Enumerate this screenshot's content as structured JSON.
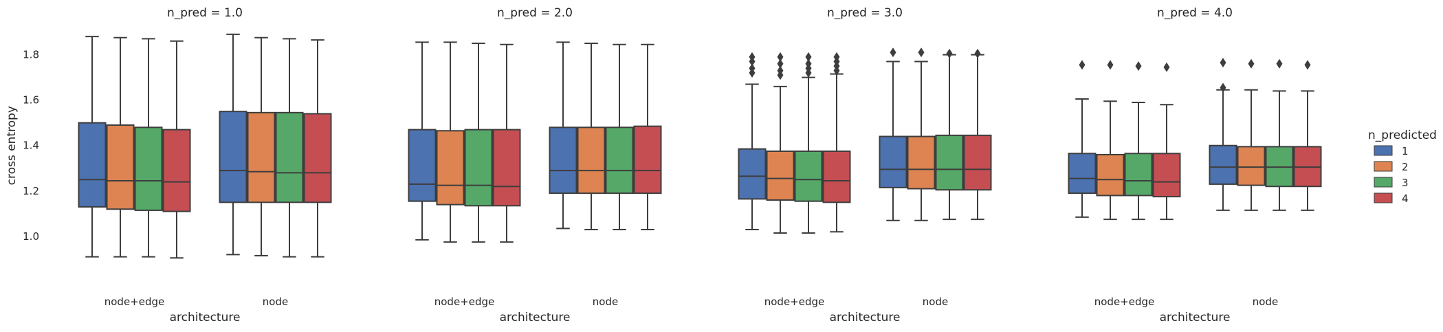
{
  "chart_data": {
    "type": "boxplot",
    "ylabel": "cross entropy",
    "xlabel": "architecture",
    "ylim": [
      0.8,
      1.95
    ],
    "yticks": [
      1.0,
      1.2,
      1.4,
      1.6,
      1.8
    ],
    "categories": [
      "node+edge",
      "node"
    ],
    "legend": {
      "title": "n_predicted",
      "placement": "right",
      "entries": [
        {
          "label": "1",
          "color": "#4c72b0"
        },
        {
          "label": "2",
          "color": "#dd8452"
        },
        {
          "label": "3",
          "color": "#55a868"
        },
        {
          "label": "4",
          "color": "#c44e52"
        }
      ]
    },
    "panels": [
      {
        "title": "n_pred = 1.0",
        "groups": [
          {
            "category": "node+edge",
            "boxes": [
              {
                "hue": "1",
                "whislo": 0.91,
                "q1": 1.13,
                "med": 1.25,
                "q3": 1.5,
                "whishi": 1.88,
                "fliers": []
              },
              {
                "hue": "2",
                "whislo": 0.91,
                "q1": 1.12,
                "med": 1.245,
                "q3": 1.49,
                "whishi": 1.875,
                "fliers": []
              },
              {
                "hue": "3",
                "whislo": 0.91,
                "q1": 1.115,
                "med": 1.245,
                "q3": 1.48,
                "whishi": 1.87,
                "fliers": []
              },
              {
                "hue": "4",
                "whislo": 0.905,
                "q1": 1.11,
                "med": 1.24,
                "q3": 1.47,
                "whishi": 1.86,
                "fliers": []
              }
            ]
          },
          {
            "category": "node",
            "boxes": [
              {
                "hue": "1",
                "whislo": 0.92,
                "q1": 1.15,
                "med": 1.29,
                "q3": 1.55,
                "whishi": 1.89,
                "fliers": []
              },
              {
                "hue": "2",
                "whislo": 0.915,
                "q1": 1.15,
                "med": 1.285,
                "q3": 1.545,
                "whishi": 1.875,
                "fliers": []
              },
              {
                "hue": "3",
                "whislo": 0.91,
                "q1": 1.15,
                "med": 1.28,
                "q3": 1.545,
                "whishi": 1.87,
                "fliers": []
              },
              {
                "hue": "4",
                "whislo": 0.91,
                "q1": 1.15,
                "med": 1.28,
                "q3": 1.54,
                "whishi": 1.865,
                "fliers": []
              }
            ]
          }
        ]
      },
      {
        "title": "n_pred = 2.0",
        "groups": [
          {
            "category": "node+edge",
            "boxes": [
              {
                "hue": "1",
                "whislo": 0.985,
                "q1": 1.155,
                "med": 1.23,
                "q3": 1.47,
                "whishi": 1.855,
                "fliers": []
              },
              {
                "hue": "2",
                "whislo": 0.975,
                "q1": 1.14,
                "med": 1.225,
                "q3": 1.465,
                "whishi": 1.855,
                "fliers": []
              },
              {
                "hue": "3",
                "whislo": 0.975,
                "q1": 1.135,
                "med": 1.225,
                "q3": 1.47,
                "whishi": 1.85,
                "fliers": []
              },
              {
                "hue": "4",
                "whislo": 0.975,
                "q1": 1.135,
                "med": 1.22,
                "q3": 1.47,
                "whishi": 1.845,
                "fliers": []
              }
            ]
          },
          {
            "category": "node",
            "boxes": [
              {
                "hue": "1",
                "whislo": 1.035,
                "q1": 1.19,
                "med": 1.29,
                "q3": 1.48,
                "whishi": 1.855,
                "fliers": []
              },
              {
                "hue": "2",
                "whislo": 1.03,
                "q1": 1.19,
                "med": 1.29,
                "q3": 1.48,
                "whishi": 1.85,
                "fliers": []
              },
              {
                "hue": "3",
                "whislo": 1.03,
                "q1": 1.19,
                "med": 1.29,
                "q3": 1.48,
                "whishi": 1.845,
                "fliers": []
              },
              {
                "hue": "4",
                "whislo": 1.03,
                "q1": 1.19,
                "med": 1.29,
                "q3": 1.485,
                "whishi": 1.845,
                "fliers": []
              }
            ]
          }
        ]
      },
      {
        "title": "n_pred = 3.0",
        "groups": [
          {
            "category": "node+edge",
            "boxes": [
              {
                "hue": "1",
                "whislo": 1.03,
                "q1": 1.165,
                "med": 1.265,
                "q3": 1.385,
                "whishi": 1.67,
                "fliers": [
                  1.72,
                  1.74,
                  1.77,
                  1.79
                ]
              },
              {
                "hue": "2",
                "whislo": 1.015,
                "q1": 1.16,
                "med": 1.255,
                "q3": 1.375,
                "whishi": 1.66,
                "fliers": [
                  1.71,
                  1.73,
                  1.76,
                  1.79
                ]
              },
              {
                "hue": "3",
                "whislo": 1.015,
                "q1": 1.155,
                "med": 1.25,
                "q3": 1.375,
                "whishi": 1.7,
                "fliers": [
                  1.72,
                  1.74,
                  1.76,
                  1.79
                ]
              },
              {
                "hue": "4",
                "whislo": 1.02,
                "q1": 1.15,
                "med": 1.245,
                "q3": 1.375,
                "whishi": 1.715,
                "fliers": [
                  1.73,
                  1.75,
                  1.77,
                  1.79
                ]
              }
            ]
          },
          {
            "category": "node",
            "boxes": [
              {
                "hue": "1",
                "whislo": 1.07,
                "q1": 1.215,
                "med": 1.295,
                "q3": 1.44,
                "whishi": 1.77,
                "fliers": [
                  1.81
                ]
              },
              {
                "hue": "2",
                "whislo": 1.07,
                "q1": 1.21,
                "med": 1.295,
                "q3": 1.44,
                "whishi": 1.77,
                "fliers": [
                  1.81
                ]
              },
              {
                "hue": "3",
                "whislo": 1.075,
                "q1": 1.205,
                "med": 1.295,
                "q3": 1.445,
                "whishi": 1.8,
                "fliers": [
                  1.805
                ]
              },
              {
                "hue": "4",
                "whislo": 1.075,
                "q1": 1.205,
                "med": 1.295,
                "q3": 1.445,
                "whishi": 1.8,
                "fliers": [
                  1.805
                ]
              }
            ]
          }
        ]
      },
      {
        "title": "n_pred = 4.0",
        "groups": [
          {
            "category": "node+edge",
            "boxes": [
              {
                "hue": "1",
                "whislo": 1.085,
                "q1": 1.19,
                "med": 1.255,
                "q3": 1.365,
                "whishi": 1.605,
                "fliers": [
                  1.755
                ]
              },
              {
                "hue": "2",
                "whislo": 1.075,
                "q1": 1.18,
                "med": 1.25,
                "q3": 1.36,
                "whishi": 1.595,
                "fliers": [
                  1.755
                ]
              },
              {
                "hue": "3",
                "whislo": 1.075,
                "q1": 1.18,
                "med": 1.245,
                "q3": 1.365,
                "whishi": 1.59,
                "fliers": [
                  1.75
                ]
              },
              {
                "hue": "4",
                "whislo": 1.075,
                "q1": 1.175,
                "med": 1.24,
                "q3": 1.365,
                "whishi": 1.58,
                "fliers": [
                  1.745
                ]
              }
            ]
          },
          {
            "category": "node",
            "boxes": [
              {
                "hue": "1",
                "whislo": 1.115,
                "q1": 1.23,
                "med": 1.305,
                "q3": 1.4,
                "whishi": 1.645,
                "fliers": [
                  1.765,
                  1.655
                ]
              },
              {
                "hue": "2",
                "whislo": 1.115,
                "q1": 1.225,
                "med": 1.305,
                "q3": 1.395,
                "whishi": 1.645,
                "fliers": [
                  1.76
                ]
              },
              {
                "hue": "3",
                "whislo": 1.115,
                "q1": 1.22,
                "med": 1.305,
                "q3": 1.395,
                "whishi": 1.64,
                "fliers": [
                  1.76
                ]
              },
              {
                "hue": "4",
                "whislo": 1.115,
                "q1": 1.22,
                "med": 1.305,
                "q3": 1.395,
                "whishi": 1.64,
                "fliers": [
                  1.755
                ]
              }
            ]
          }
        ]
      }
    ]
  }
}
